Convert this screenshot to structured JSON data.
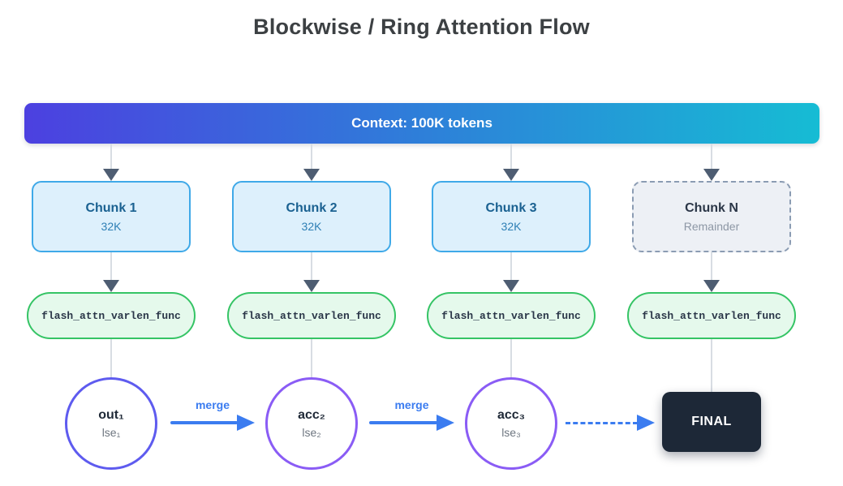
{
  "title": "Blockwise / Ring Attention Flow",
  "banner": {
    "label": "Context: 100K tokens",
    "gradient_left": "#4c40e0",
    "gradient_mid": "#2e7fd9",
    "gradient_right": "#16bcd4"
  },
  "columns": [
    {
      "chunk": {
        "label": "Chunk 1",
        "sub": "32K"
      },
      "func_label": "flash_attn_varlen_func",
      "node": {
        "label": "out₁",
        "sub": "lse₁"
      }
    },
    {
      "chunk": {
        "label": "Chunk 2",
        "sub": "32K"
      },
      "func_label": "flash_attn_varlen_func",
      "node": {
        "label": "acc₂",
        "sub": "lse₂"
      }
    },
    {
      "chunk": {
        "label": "Chunk 3",
        "sub": "32K"
      },
      "func_label": "flash_attn_varlen_func",
      "node": {
        "label": "acc₃",
        "sub": "lse₃"
      }
    },
    {
      "chunk": {
        "label": "Chunk N",
        "sub": "Remainder"
      },
      "func_label": "flash_attn_varlen_func",
      "final": "FINAL"
    }
  ],
  "merge_arrows": [
    {
      "label": "merge"
    },
    {
      "label": "merge"
    }
  ],
  "icons": {
    "down_arrow": "▼",
    "right_arrow": "▶"
  },
  "colors": {
    "chunk_border": "#3fa9e8",
    "chunk_fill": "#ddf0fc",
    "chunk_text": "#1a6191",
    "chunk_n_border": "#8b9cb3",
    "chunk_n_fill": "#edf0f5",
    "func_border": "#35c465",
    "func_fill": "#e5f9ec",
    "node1_border": "#5e5bef",
    "node23_border": "#8a5cf5",
    "merge_blue": "#3b7cf0",
    "final_bg": "#1d2837",
    "arrowhead_gray": "#4e5d72",
    "connector_gray": "#d8dde3"
  }
}
